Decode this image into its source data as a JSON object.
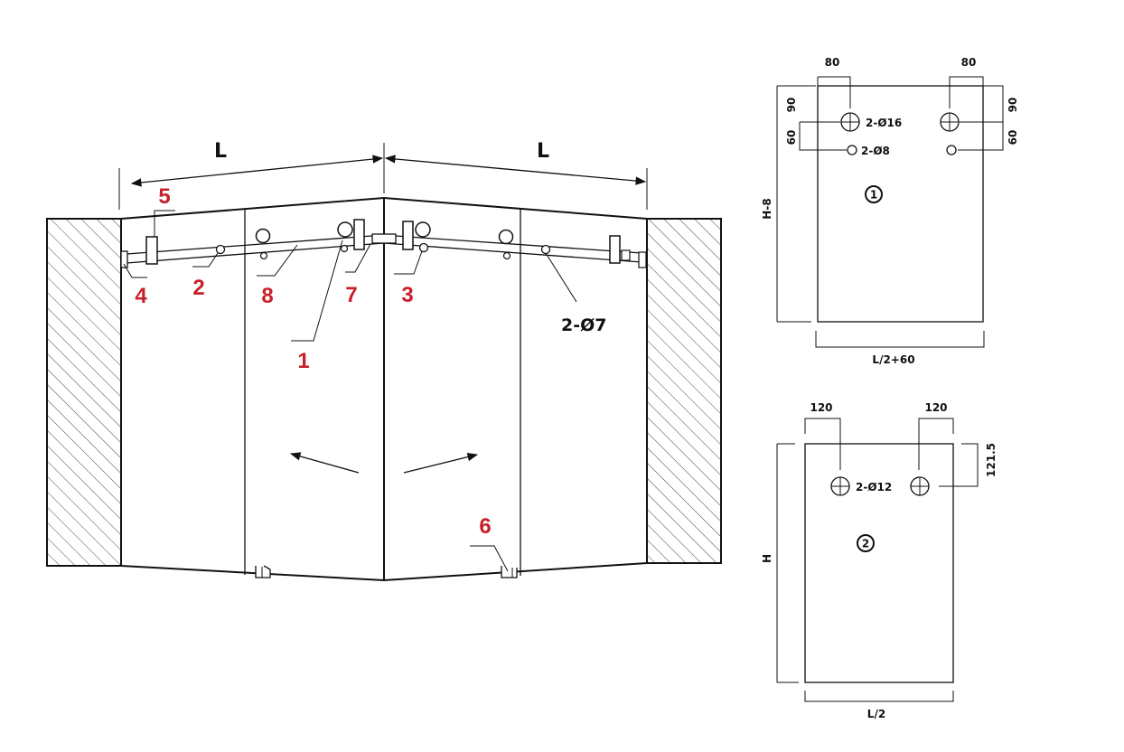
{
  "main_drawing": {
    "dim_left": "L",
    "dim_right": "L",
    "parts": {
      "p1": "1",
      "p2": "2",
      "p3": "3",
      "p4": "4",
      "p5": "5",
      "p6": "6",
      "p7": "7",
      "p8": "8"
    },
    "rail_hole_spec": "2-Ø7"
  },
  "panel1": {
    "marker": "1",
    "dim_top_left": "80",
    "dim_top_right": "80",
    "dim_left_90": "90",
    "dim_left_60": "60",
    "dim_right_90": "90",
    "dim_right_60": "60",
    "hole_large": "2-Ø16",
    "hole_small": "2-Ø8",
    "height": "H-8",
    "width": "L/2+60"
  },
  "panel2": {
    "marker": "2",
    "dim_top_left": "120",
    "dim_top_right": "120",
    "dim_right": "121.5",
    "hole": "2-Ø12",
    "height": "H",
    "width": "L/2"
  }
}
